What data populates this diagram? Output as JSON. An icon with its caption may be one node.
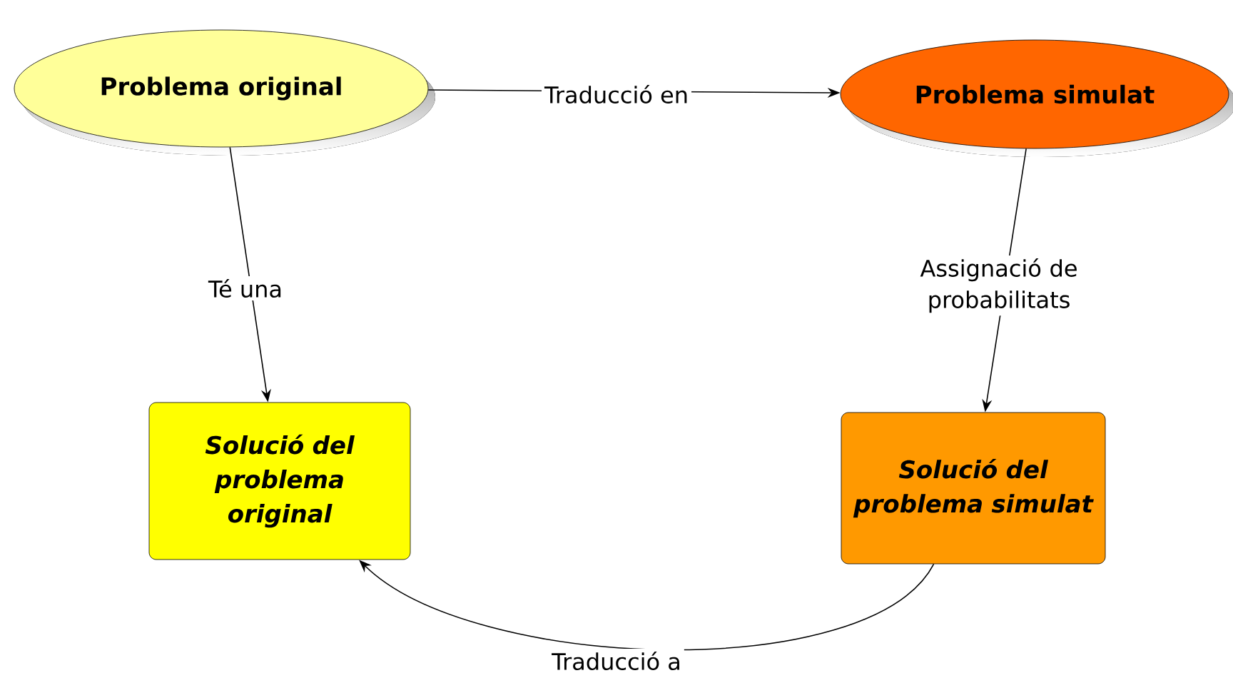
{
  "diagram": {
    "nodes": [
      {
        "text": [
          "Problema original"
        ]
      },
      {
        "text": [
          "Problema simulat"
        ]
      },
      {
        "text": [
          "Solució del problema original"
        ]
      },
      {
        "text": [
          "Solució del problema simulat"
        ]
      }
    ],
    "edges": [
      {
        "from": 0,
        "to": 1,
        "arrow": "to",
        "label": "Traducció en"
      },
      {
        "from": 0,
        "to": 2,
        "arrow": "to",
        "label": "Té una"
      },
      {
        "from": 1,
        "to": 3,
        "arrow": "to",
        "label": "Assignació de probabilitats"
      },
      {
        "from": 3,
        "to": 2,
        "arrow": "to",
        "label": "Traducció a"
      }
    ]
  }
}
